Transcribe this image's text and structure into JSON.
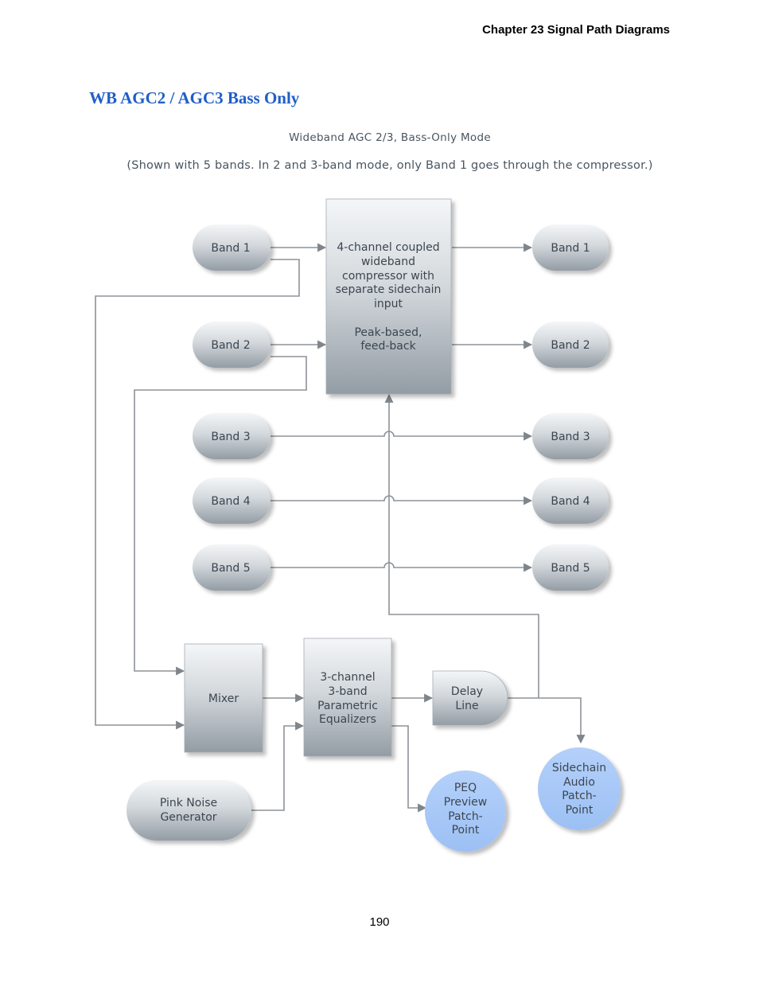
{
  "header": {
    "chapter": "Chapter 23  Signal Path Diagrams"
  },
  "section": {
    "title": "WB AGC2 / AGC3 Bass Only"
  },
  "diagram": {
    "title": "Wideband AGC 2/3, Bass-Only Mode",
    "subtitle": "(Shown with 5 bands. In 2 and 3-band mode, only Band 1 goes through the compressor.)",
    "inputs": [
      "Band 1",
      "Band 2",
      "Band 3",
      "Band 4",
      "Band 5"
    ],
    "outputs": [
      "Band 1",
      "Band 2",
      "Band 3",
      "Band 4",
      "Band 5"
    ],
    "compressor": {
      "lines": [
        "4-channel coupled",
        "wideband",
        "compressor with",
        "separate sidechain",
        "input",
        "",
        "Peak-based,",
        "feed-back"
      ]
    },
    "mixer": {
      "label": "Mixer"
    },
    "peq": {
      "lines": [
        "3-channel",
        "3-band",
        "Parametric",
        "Equalizers"
      ]
    },
    "delay": {
      "lines": [
        "Delay",
        "Line"
      ]
    },
    "pink_noise": {
      "lines": [
        "Pink Noise",
        "Generator"
      ]
    },
    "peq_patch": {
      "lines": [
        "PEQ",
        "Preview",
        "Patch-",
        "Point"
      ]
    },
    "sidechain_patch": {
      "lines": [
        "Sidechain",
        "Audio",
        "Patch-",
        "Point"
      ]
    }
  },
  "colors": {
    "title_blue": "#1f5fc7",
    "box_gradient_top": "#f2f4f6",
    "box_gradient_bottom": "#959ea6",
    "patch_point": "#a8c8f8",
    "connector": "#8d9398"
  },
  "footer": {
    "page_number": "190"
  }
}
